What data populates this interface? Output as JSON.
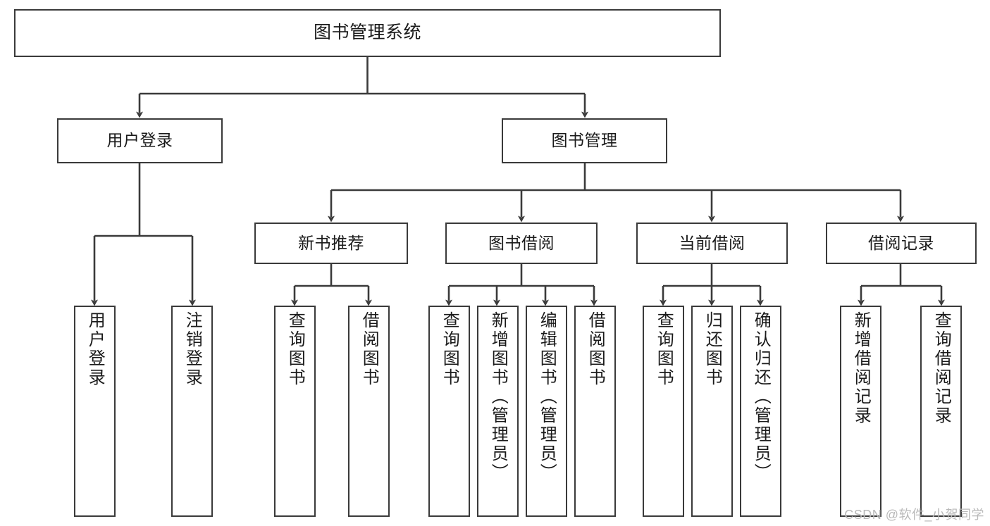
{
  "diagram": {
    "title": "图书管理系统",
    "type": "tree",
    "watermark": "CSDN @软件_小贺同学",
    "colors": {
      "box_border": "#3a3a3a",
      "box_fill": "#ffffff",
      "connector": "#3a3a3a",
      "text": "#1a1a1a",
      "watermark": "#b9b9b9"
    },
    "nodes": {
      "root": {
        "label": "图书管理系统"
      },
      "level2": [
        {
          "id": "user-login",
          "label": "用户登录"
        },
        {
          "id": "book-manage",
          "label": "图书管理"
        }
      ],
      "level3": [
        {
          "id": "new-book-recommend",
          "label": "新书推荐"
        },
        {
          "id": "book-borrow",
          "label": "图书借阅"
        },
        {
          "id": "current-borrow",
          "label": "当前借阅"
        },
        {
          "id": "borrow-record",
          "label": "借阅记录"
        }
      ],
      "leaves": [
        {
          "id": "leaf-user-login",
          "parent": "user-login",
          "label": "用户登录"
        },
        {
          "id": "leaf-logout-login",
          "parent": "user-login",
          "label": "注销登录"
        },
        {
          "id": "leaf-query-book-1",
          "parent": "new-book-recommend",
          "label": "查询图书"
        },
        {
          "id": "leaf-borrow-book-1",
          "parent": "new-book-recommend",
          "label": "借阅图书"
        },
        {
          "id": "leaf-query-book-2",
          "parent": "book-borrow",
          "label": "查询图书"
        },
        {
          "id": "leaf-add-book",
          "parent": "book-borrow",
          "label": "新增图书（管理员）"
        },
        {
          "id": "leaf-edit-book",
          "parent": "book-borrow",
          "label": "编辑图书（管理员）"
        },
        {
          "id": "leaf-borrow-book-2",
          "parent": "book-borrow",
          "label": "借阅图书"
        },
        {
          "id": "leaf-query-book-3",
          "parent": "current-borrow",
          "label": "查询图书"
        },
        {
          "id": "leaf-return-book",
          "parent": "current-borrow",
          "label": "归还图书"
        },
        {
          "id": "leaf-confirm-return",
          "parent": "current-borrow",
          "label": "确认归还（管理员）"
        },
        {
          "id": "leaf-add-record",
          "parent": "borrow-record",
          "label": "新增借阅记录"
        },
        {
          "id": "leaf-query-record",
          "parent": "borrow-record",
          "label": "查询借阅记录"
        }
      ]
    }
  }
}
